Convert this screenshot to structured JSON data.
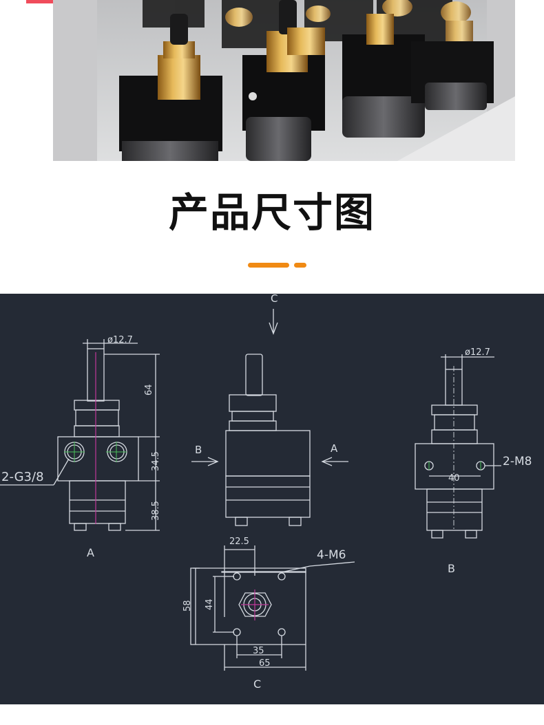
{
  "section": {
    "title": "产品尺寸图"
  },
  "colors": {
    "accent": "#f08a14",
    "top_accent": "#f04c5b",
    "drawing_background": "#242a35",
    "line_color": "#d6dbe2"
  },
  "photo": {
    "alt": "product-photo-gear-pumps"
  },
  "drawing": {
    "view_a": {
      "label": "A",
      "dim_diameter": "ø12.7",
      "dim_shaft": "64",
      "dim_block": "34.5",
      "dim_body": "38.5",
      "callout": "2-G3/8"
    },
    "view_front": {
      "top_label": "C",
      "arrow_left_label": "B",
      "arrow_right_label": "A"
    },
    "view_b": {
      "label": "B",
      "dim_diameter": "ø12.7",
      "dim_spacing": "40",
      "callout": "2-M8"
    },
    "view_c": {
      "label": "C",
      "dim_top": "22.5",
      "callout": "4-M6",
      "dim_height_outer": "58",
      "dim_height_inner": "44",
      "dim_width_inner": "35",
      "dim_width_outer": "65"
    }
  }
}
